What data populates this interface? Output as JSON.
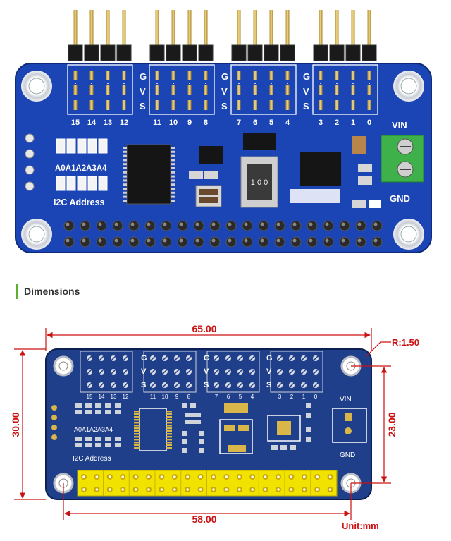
{
  "photo": {
    "servo_numbers": [
      "15",
      "14",
      "13",
      "12",
      "11",
      "10",
      "9",
      "8",
      "7",
      "6",
      "5",
      "4",
      "3",
      "2",
      "1",
      "0"
    ],
    "row_letters": [
      "G",
      "V",
      "S"
    ],
    "address_pins": "A0A1A2A3A4",
    "address_label": "I2C Address",
    "vin_label": "VIN",
    "gnd_label": "GND",
    "inductor_mark": "1 0 0"
  },
  "section": {
    "heading": "Dimensions"
  },
  "drawing": {
    "servo_numbers": [
      "15",
      "14",
      "13",
      "12",
      "11",
      "10",
      "9",
      "8",
      "7",
      "6",
      "5",
      "4",
      "3",
      "2",
      "1",
      "0"
    ],
    "row_letters": [
      "G",
      "V",
      "S"
    ],
    "address_pins": "A0A1A2A3A4",
    "address_label": "I2C Address",
    "vin_label": "VIN",
    "gnd_label": "GND",
    "width_dim": "65.00",
    "height_dim": "30.00",
    "hole_v_dim": "23.00",
    "hole_h_dim": "58.00",
    "radius_dim": "R:1.50",
    "unit": "Unit:mm",
    "colors": {
      "board": "#1f3f8a",
      "header": "#f2e200",
      "dimension": "#cc1111"
    }
  }
}
